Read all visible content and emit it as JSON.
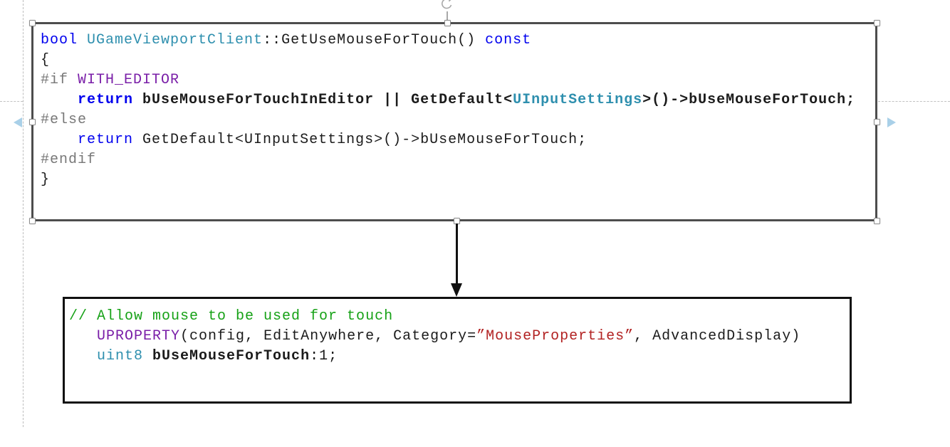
{
  "canvas": {
    "background": "#ffffff"
  },
  "syntax_colors": {
    "kw": "#0000ee",
    "type": "#2e8fae",
    "pre": "#787878",
    "macro": "#7a1fa8",
    "comment": "#16a116",
    "str": "#b22222",
    "plain": "#1b1b1b"
  },
  "selection": {
    "border_color": "#4d4d4d",
    "handle_fill": "#ffffff",
    "handle_border": "#8c8c8c",
    "rotate_icon": "rotate-clockwise-arrow-icon",
    "rotate_icon_color": "#a9a9a9"
  },
  "guides": {
    "dash_color": "#bdbdbd",
    "nav_arrow_color": "#a9d0e8",
    "left_arrow_icon": "nav-arrow-left-icon",
    "right_arrow_icon": "nav-arrow-right-icon"
  },
  "connector": {
    "type": "straight-arrow-down",
    "color": "#111111"
  },
  "code_box_selected": {
    "lines": [
      [
        {
          "t": "bool ",
          "s": "kw"
        },
        {
          "t": "UGameViewportClient",
          "s": "type"
        },
        {
          "t": "::GetUseMouseForTouch() ",
          "s": "plain"
        },
        {
          "t": "const",
          "s": "kw"
        }
      ],
      [
        {
          "t": "{",
          "s": "plain"
        }
      ],
      [
        {
          "t": "#if ",
          "s": "pre"
        },
        {
          "t": "WITH_EDITOR",
          "s": "macro"
        }
      ],
      [
        {
          "t": "    ",
          "s": "plain",
          "b": true
        },
        {
          "t": "return ",
          "s": "kw",
          "b": true
        },
        {
          "t": "bUseMouseForTouchInEditor || GetDefault<",
          "s": "plain",
          "b": true
        },
        {
          "t": "UInputSettings",
          "s": "type",
          "b": true
        },
        {
          "t": ">()->bUseMouseForTouch;",
          "s": "plain",
          "b": true
        }
      ],
      [
        {
          "t": "#else",
          "s": "pre"
        }
      ],
      [
        {
          "t": "    ",
          "s": "plain"
        },
        {
          "t": "return ",
          "s": "kw"
        },
        {
          "t": "GetDefault<UInputSettings>()->bUseMouseForTouch;",
          "s": "plain"
        }
      ],
      [
        {
          "t": "#endif",
          "s": "pre"
        }
      ],
      [
        {
          "t": "}",
          "s": "plain"
        }
      ]
    ]
  },
  "code_box_plain": {
    "border_color": "#111111",
    "lines": [
      [
        {
          "t": "// Allow mouse to be used for touch",
          "s": "comment"
        }
      ],
      [
        {
          "t": "   ",
          "s": "plain"
        },
        {
          "t": "UPROPERTY",
          "s": "macro"
        },
        {
          "t": "(config, EditAnywhere, Category=",
          "s": "plain"
        },
        {
          "t": "”MouseProperties”",
          "s": "str"
        },
        {
          "t": ", AdvancedDisplay)",
          "s": "plain"
        }
      ],
      [
        {
          "t": "   ",
          "s": "plain"
        },
        {
          "t": "uint8 ",
          "s": "type"
        },
        {
          "t": "bUseMouseForTouch",
          "s": "plain",
          "b": true
        },
        {
          "t": ":1;",
          "s": "plain"
        }
      ]
    ]
  }
}
